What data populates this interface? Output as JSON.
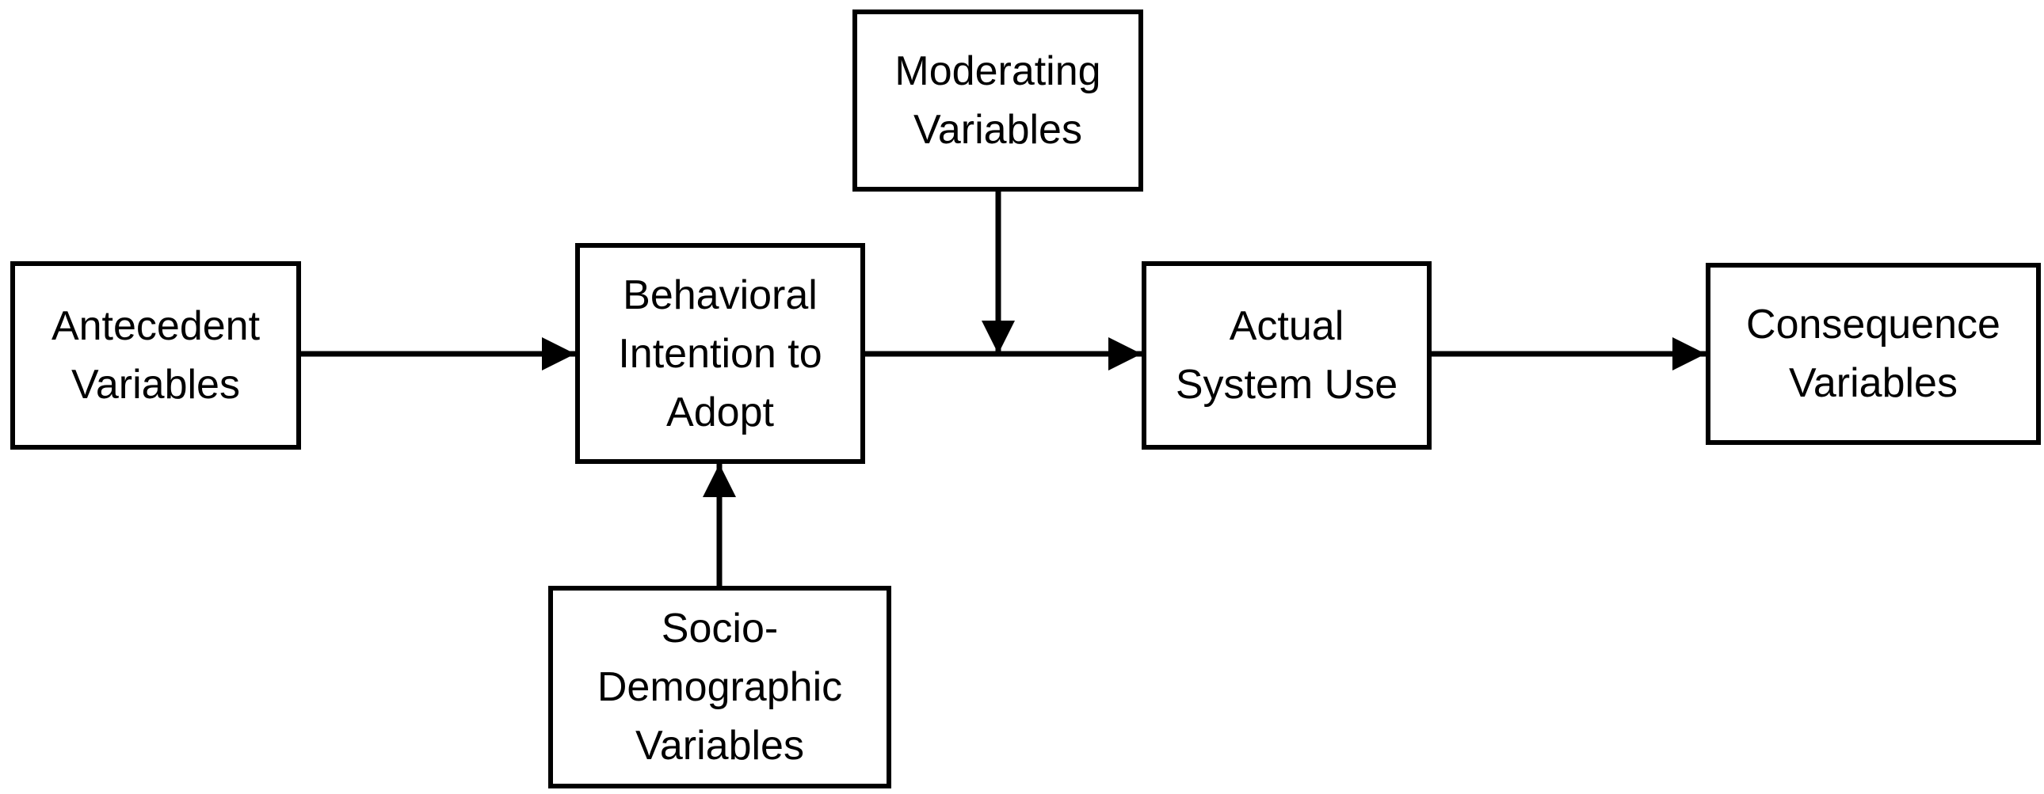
{
  "diagram": {
    "nodes": {
      "antecedent": {
        "lines": [
          "Antecedent",
          "Variables"
        ]
      },
      "intention": {
        "lines": [
          "Behavioral",
          "Intention to",
          "Adopt"
        ]
      },
      "moderating": {
        "lines": [
          "Moderating",
          "Variables"
        ]
      },
      "actual": {
        "lines": [
          "Actual",
          "System Use"
        ]
      },
      "consequence": {
        "lines": [
          "Consequence",
          "Variables"
        ]
      },
      "socio": {
        "lines": [
          "Socio-",
          "Demographic",
          "Variables"
        ]
      }
    },
    "edges": [
      {
        "from": "antecedent",
        "to": "intention"
      },
      {
        "from": "intention",
        "to": "actual"
      },
      {
        "from": "actual",
        "to": "consequence"
      },
      {
        "from": "socio",
        "to": "intention"
      },
      {
        "from": "moderating",
        "to": "intention-actual-edge"
      }
    ],
    "colors": {
      "stroke": "#000000",
      "background": "#ffffff"
    }
  }
}
